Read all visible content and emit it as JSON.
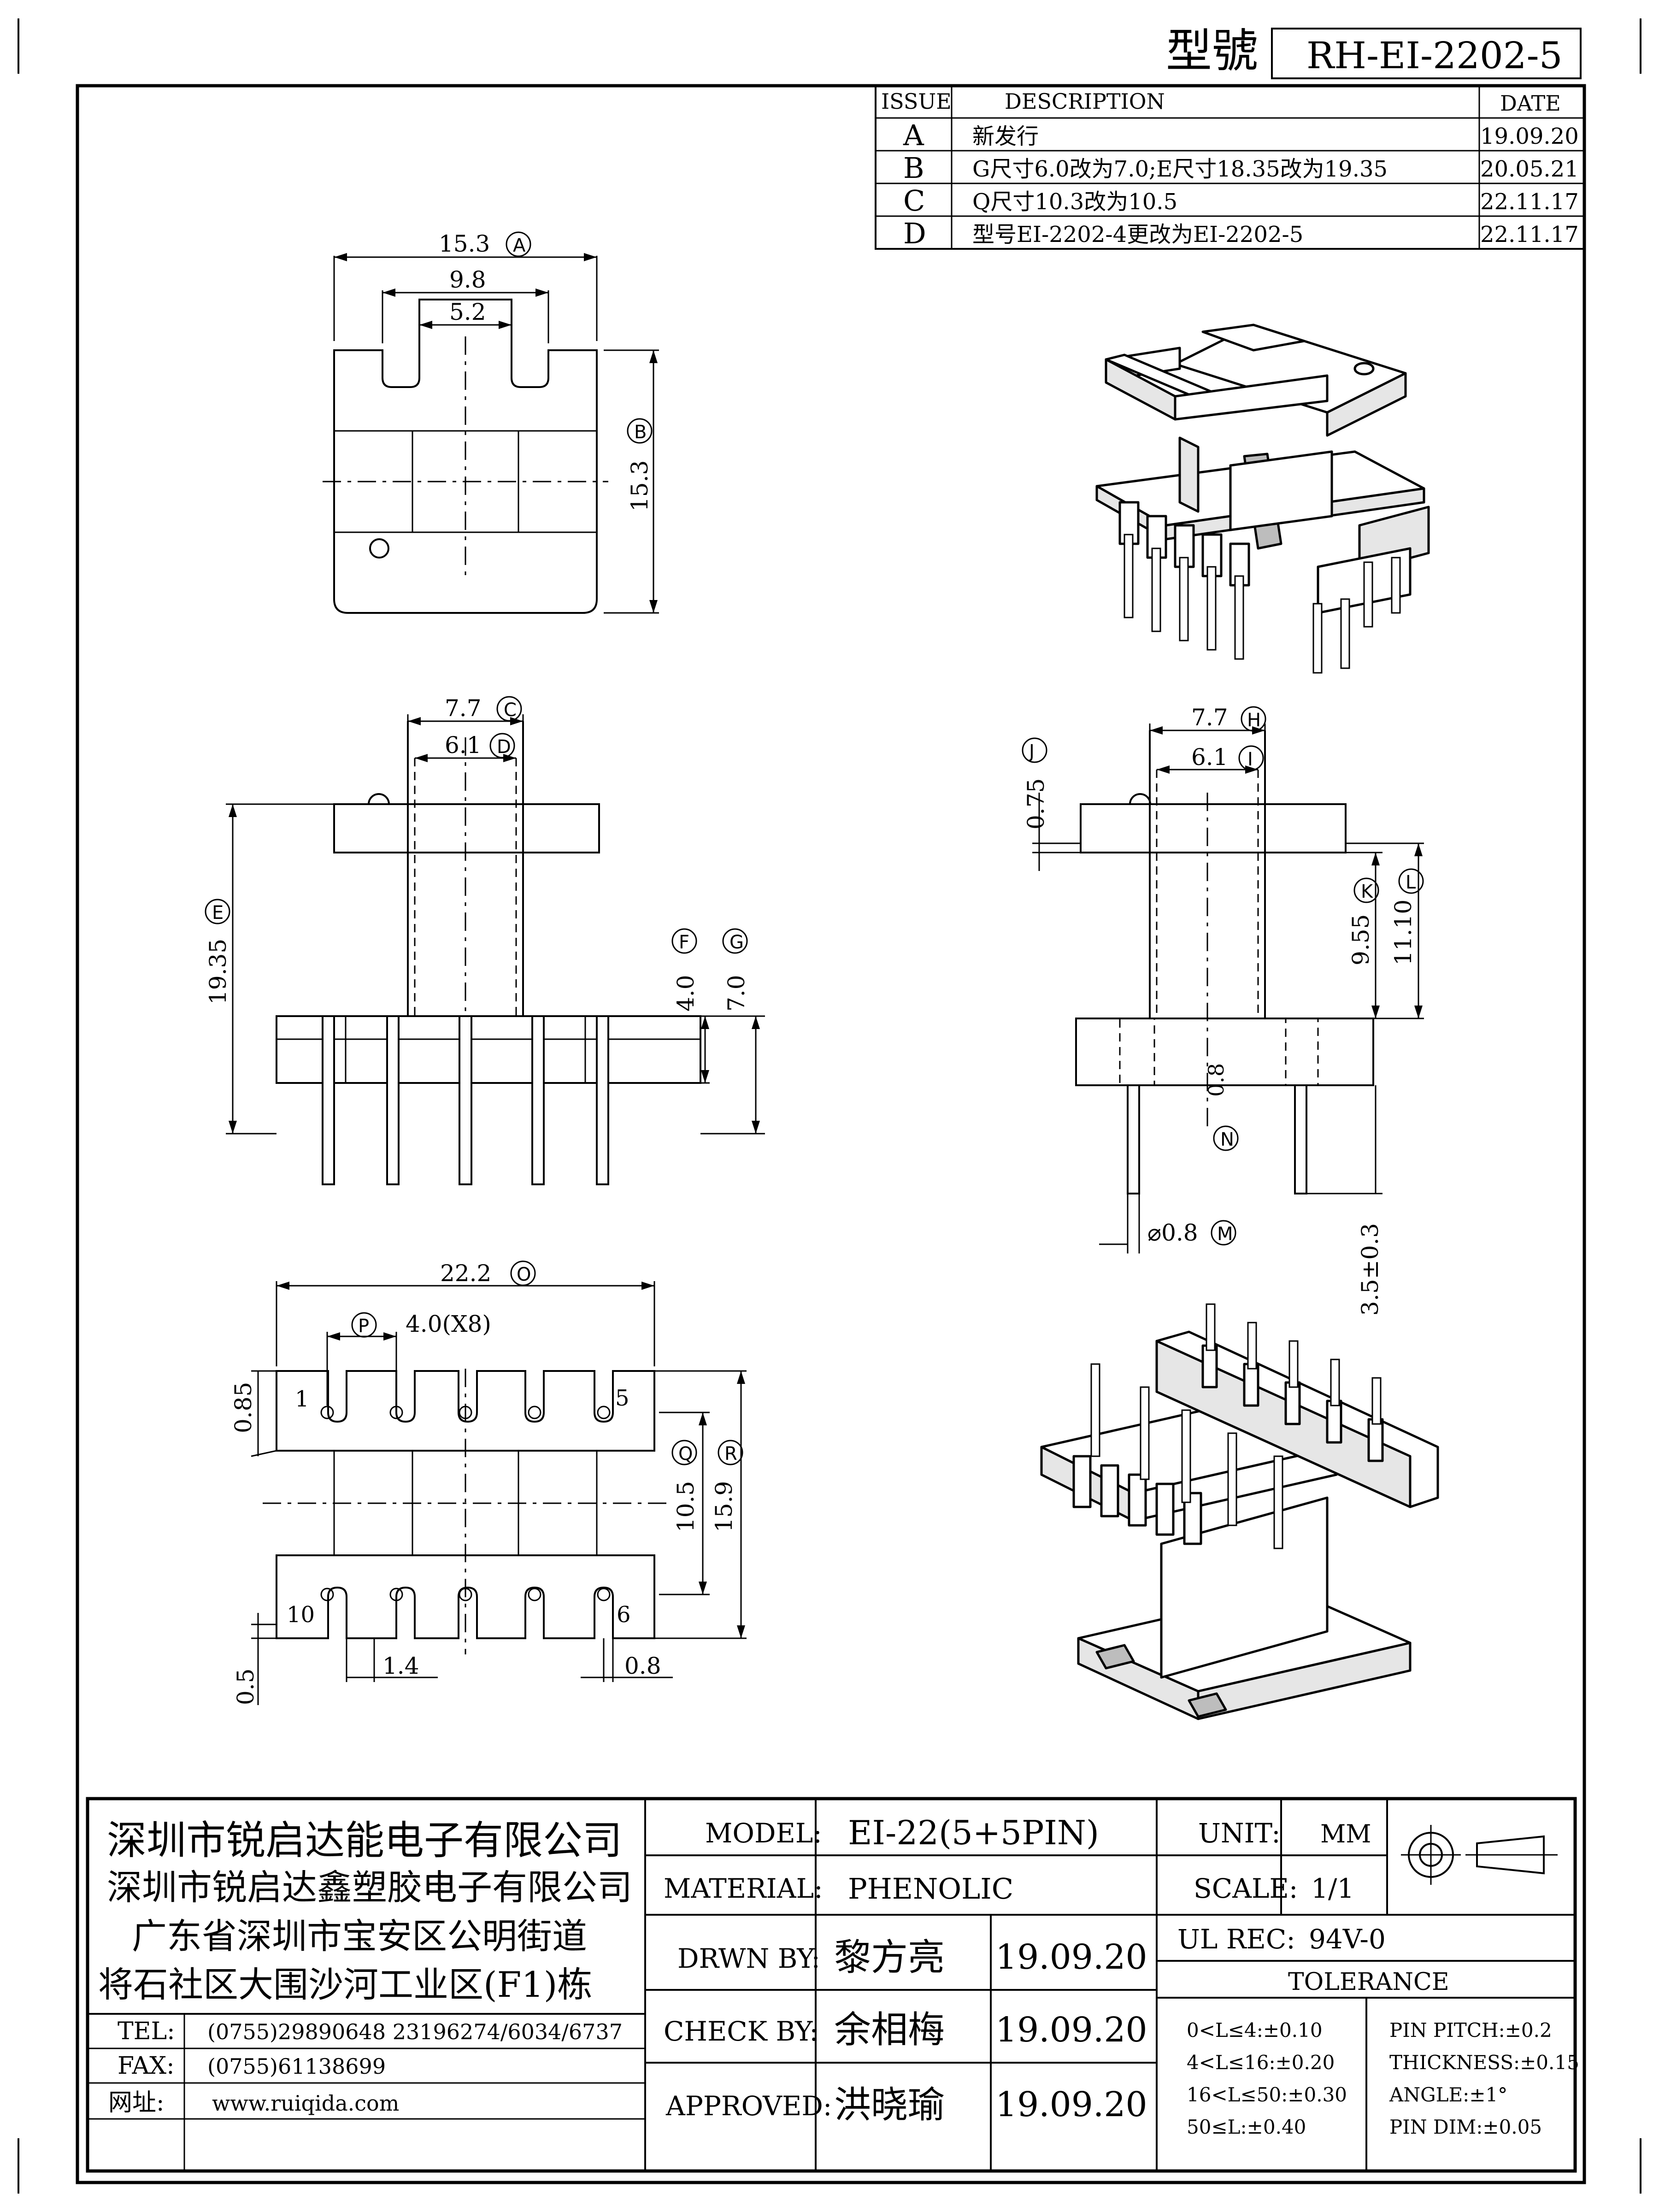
{
  "header": {
    "model_label": "型號",
    "model_number": "RH-EI-2202-5"
  },
  "revisions": {
    "headers": [
      "ISSUE",
      "DESCRIPTION",
      "DATE"
    ],
    "rows": [
      {
        "issue": "A",
        "description": "新发行",
        "date": "19.09.20"
      },
      {
        "issue": "B",
        "description": "G尺寸6.0改为7.0;E尺寸18.35改为19.35",
        "date": "20.05.21"
      },
      {
        "issue": "C",
        "description": "Q尺寸10.3改为10.5",
        "date": "22.11.17"
      },
      {
        "issue": "D",
        "description": "型号EI-2202-4更改为EI-2202-5",
        "date": "22.11.17"
      }
    ]
  },
  "dimensions": {
    "A": {
      "value": "15.3",
      "tag": "A"
    },
    "A1": {
      "value": "9.8"
    },
    "A2": {
      "value": "5.2"
    },
    "B": {
      "value": "15.3",
      "tag": "B"
    },
    "C": {
      "value": "7.7",
      "tag": "C"
    },
    "D": {
      "value": "6.1",
      "tag": "D"
    },
    "E": {
      "value": "19.35",
      "tag": "E"
    },
    "F": {
      "value": "4.0",
      "tag": "F"
    },
    "G": {
      "value": "7.0",
      "tag": "G"
    },
    "H": {
      "value": "7.7",
      "tag": "H"
    },
    "I": {
      "value": "6.1",
      "tag": "I"
    },
    "J": {
      "value": "0.75",
      "tag": "J"
    },
    "K": {
      "value": "9.55",
      "tag": "K"
    },
    "L": {
      "value": "11.10",
      "tag": "L"
    },
    "N": {
      "value": "0.8",
      "tag": "N"
    },
    "M": {
      "value": "⌀0.8",
      "tag": "M"
    },
    "pin_len": {
      "value": "3.5±0.3"
    },
    "O": {
      "value": "22.2",
      "tag": "O"
    },
    "P": {
      "value": "4.0(X8)",
      "tag": "P"
    },
    "Q": {
      "value": "10.5",
      "tag": "Q"
    },
    "R": {
      "value": "15.9",
      "tag": "R"
    },
    "d085": {
      "value": "0.85"
    },
    "d05": {
      "value": "0.5"
    },
    "d14": {
      "value": "1.4"
    },
    "d08b": {
      "value": "0.8"
    }
  },
  "pins": {
    "p1": "1",
    "p5": "5",
    "p10": "10",
    "p6": "6"
  },
  "company": {
    "name1": "深圳市锐启达能电子有限公司",
    "name2": "深圳市锐启达鑫塑胶电子有限公司",
    "addr1": "广东省深圳市宝安区公明街道",
    "addr2": "将石社区大围沙河工业区(F1)栋",
    "tel_label": "TEL:",
    "tel": "(0755)29890648  23196274/6034/6737",
    "fax_label": "FAX:",
    "fax": "(0755)61138699",
    "web_label": "网址:",
    "web": "www.ruiqida.com"
  },
  "titleblock": {
    "model_label": "MODEL:",
    "model": "EI-22(5+5PIN)",
    "material_label": "MATERIAL:",
    "material": "PHENOLIC",
    "drawn_label": "DRWN BY:",
    "drawn_name": "黎方亮",
    "drawn_date": "19.09.20",
    "check_label": "CHECK BY:",
    "check_name": "余相梅",
    "check_date": "19.09.20",
    "approved_label": "APPROVED:",
    "approved_name": "洪晓瑜",
    "approved_date": "19.09.20",
    "unit_label": "UNIT:",
    "unit": "MM",
    "scale_label": "SCALE:",
    "scale": "1/1",
    "ul_label": "UL REC:",
    "ul": "94V-0",
    "tolerance_label": "TOLERANCE",
    "tol": [
      "0<L≤4:±0.10",
      "4<L≤16:±0.20",
      "16<L≤50:±0.30",
      "50≤L:±0.40"
    ],
    "tol2": [
      "PIN PITCH:±0.2",
      "THICKNESS:±0.15",
      "ANGLE:±1°",
      "PIN DIM:±0.05"
    ]
  }
}
